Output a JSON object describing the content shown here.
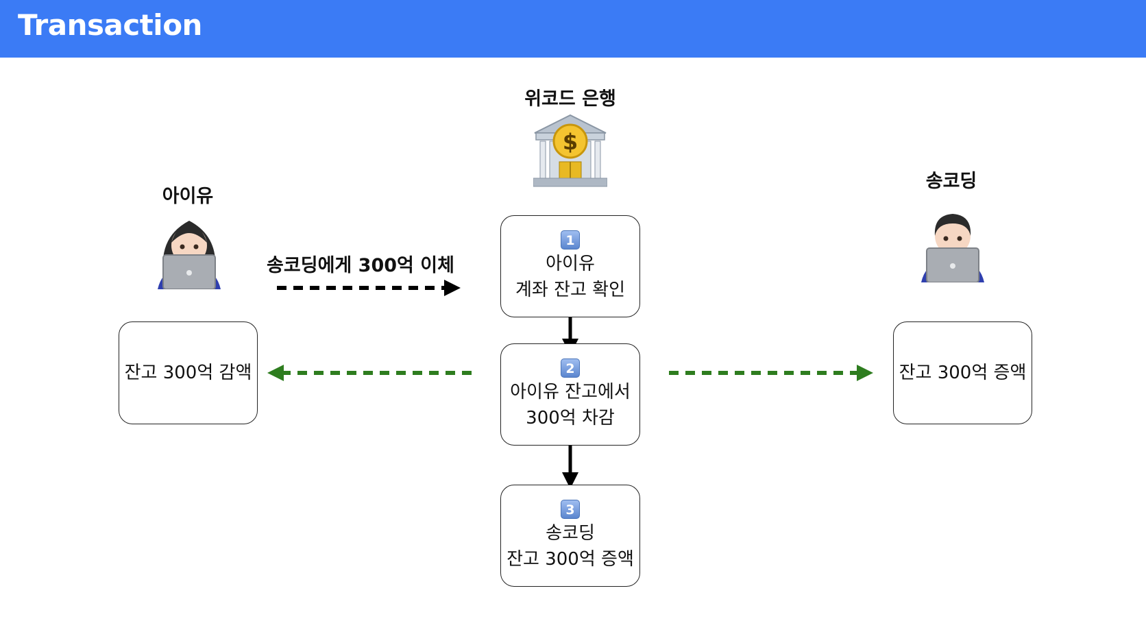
{
  "header": {
    "title": "Transaction"
  },
  "bank": {
    "name": "위코드 은행",
    "icon": "bank-icon"
  },
  "sender": {
    "name": "아이유",
    "icon": "woman-technologist-icon",
    "result": "잔고 300억 감액"
  },
  "receiver": {
    "name": "송코딩",
    "icon": "man-technologist-icon",
    "result": "잔고 300억 증액"
  },
  "transfer_request": "송코딩에게 300억 이체",
  "steps": [
    {
      "number": "1",
      "line1": "아이유",
      "line2": "계좌 잔고 확인"
    },
    {
      "number": "2",
      "line1": "아이유 잔고에서",
      "line2": "300억 차감"
    },
    {
      "number": "3",
      "line1": "송코딩",
      "line2": "잔고 300억 증액"
    }
  ],
  "colors": {
    "header": "#3b7bf5",
    "notify_arrow": "#2e7d1f",
    "request_arrow": "#000000"
  }
}
